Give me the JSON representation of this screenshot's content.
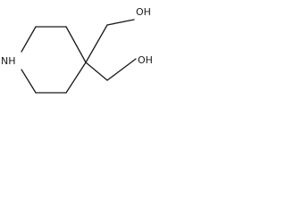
{
  "molecule": {
    "atoms": {
      "nh": "NH",
      "oh_top": "OH",
      "oh_bottom": "OH"
    }
  },
  "colors": {
    "bond": "#1a1a1a",
    "label": "#1a1a1a",
    "background": "#ffffff"
  }
}
